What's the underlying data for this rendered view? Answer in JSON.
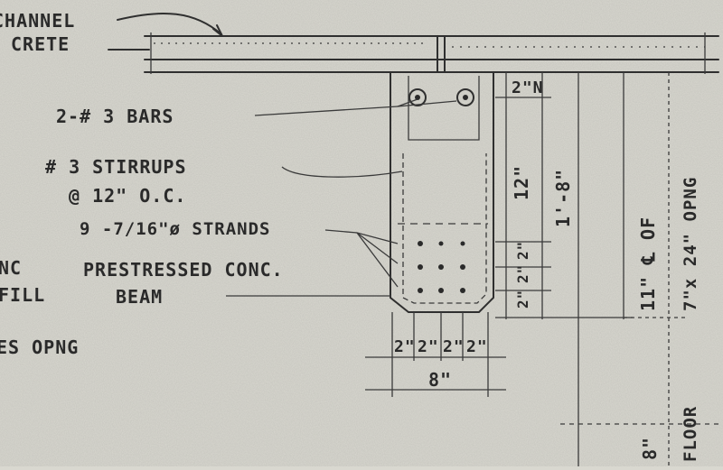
{
  "labels": {
    "channel": "CHANNEL",
    "concrete": "CRETE",
    "bars": "2-# 3 BARS",
    "stirrups_1": "# 3 STIRRUPS",
    "stirrups_2": "@ 12\" O.C.",
    "strands": "9 -7/16\"ø STRANDS",
    "prestressed_1": "PRESTRESSED CONC.",
    "prestressed_2": "BEAM",
    "left_nc": "NC",
    "left_fill": "FILL",
    "left_opng": "ES OPNG"
  },
  "dims": {
    "top_n": "2\"N",
    "twelve": "12\"",
    "one_eight": "1'-8\"",
    "v_two_1": "2\"",
    "v_two_2": "2\"",
    "v_two_3": "2\"",
    "eleven_cl": "11\" ℄ OF",
    "opening": "7\"x 24\" OPNG",
    "b_two_1": "2\"",
    "b_two_2": "2\"",
    "b_two_3": "2\"",
    "b_two_4": "2\"",
    "eight": "8\"",
    "floor_eight": "8\"",
    "floor": "FLOOR"
  },
  "colors": {
    "paper": "#d9d8d0",
    "ink": "#2a2a2a"
  }
}
